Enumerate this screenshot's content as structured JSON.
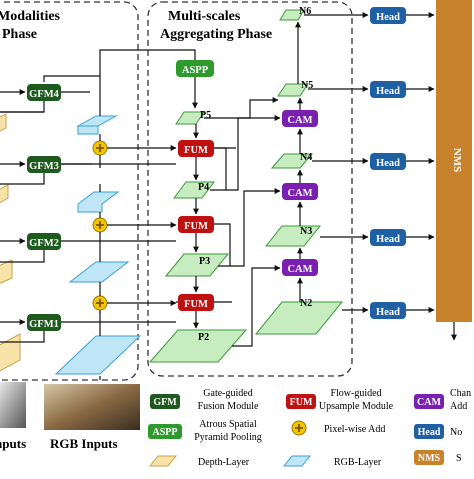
{
  "phases": {
    "left_title_line1": "Modalities",
    "left_title_line2": "Phase",
    "middle_title_line1": "Multi-scales",
    "middle_title_line2": "Aggregating Phase"
  },
  "blocks": {
    "gfm4": "GFM4",
    "gfm3": "GFM3",
    "gfm2": "GFM2",
    "gfm1": "GFM1",
    "aspp": "ASPP",
    "fum": "FUM",
    "cam": "CAM",
    "head": "Head",
    "nms": "NMS"
  },
  "feature_labels": {
    "p2": "P2",
    "p3": "P3",
    "p4": "P4",
    "p5": "P5",
    "n2": "N2",
    "n3": "N3",
    "n4": "N4",
    "n5": "N5",
    "n6": "N6"
  },
  "inputs": {
    "depth": "Inputs",
    "rgb": "RGB Inputs"
  },
  "legend": {
    "gfm_key": "GFM",
    "gfm_line1": "Gate-guided",
    "gfm_line2": "Fusion Module",
    "aspp_key": "ASPP",
    "aspp_line1": "Atrous Spatial",
    "aspp_line2": "Pyramid Pooling",
    "fum_key": "FUM",
    "fum_line1": "Flow-guided",
    "fum_line2": "Upsample Module",
    "add_label": "Pixel-wise Add",
    "cam_key": "CAM",
    "cam_line1": "Chan",
    "cam_line2": "Add",
    "head_key": "Head",
    "head_text": "No",
    "nms_key": "NMS",
    "nms_text": "S",
    "depth_layer": "Depth-Layer",
    "rgb_layer": "RGB-Layer"
  },
  "colors": {
    "gfm": "#1e5a1e",
    "aspp": "#2e9a2e",
    "fum": "#c01010",
    "cam": "#7a1fb0",
    "head": "#1f5fa3",
    "nms": "#c8822c",
    "green_layer": "#c6ecc0",
    "blue_layer": "#bfe6f7",
    "depth_layer": "#f7e2a8",
    "add": "#f5c400"
  }
}
